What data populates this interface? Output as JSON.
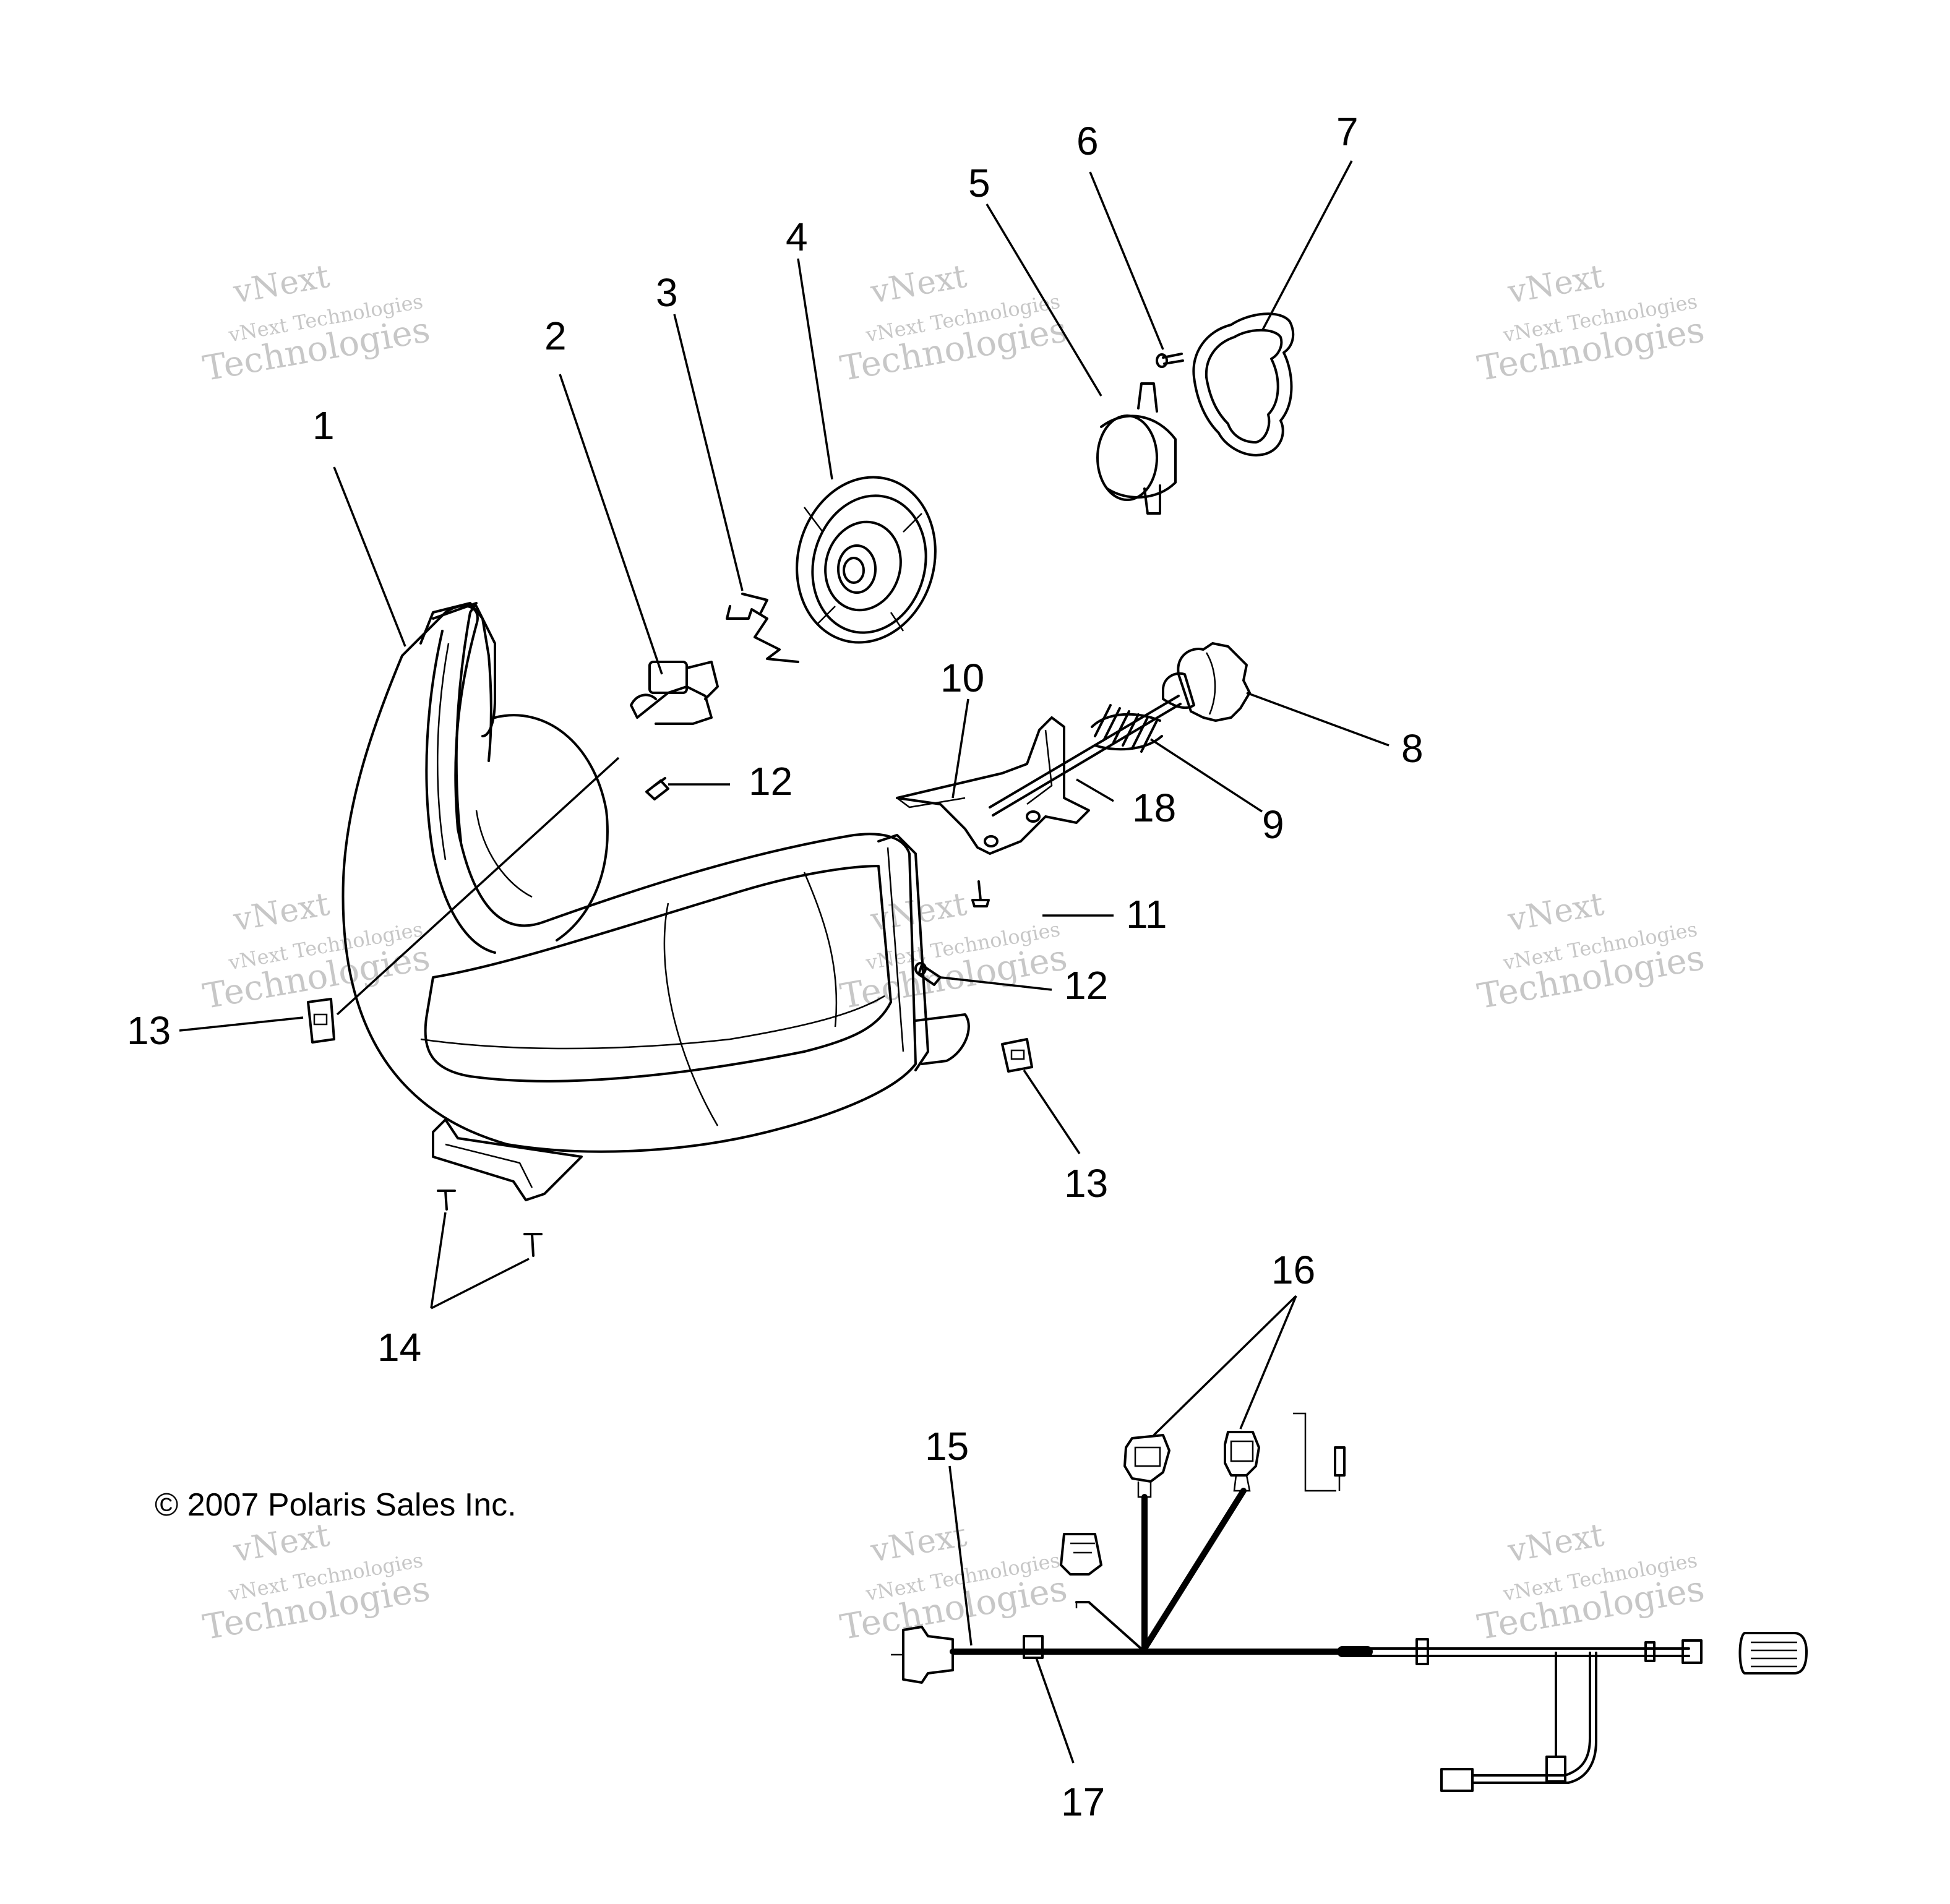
{
  "copyright": "© 2007 Polaris Sales Inc.",
  "watermark": {
    "line1": "vNext",
    "line2": "vNext Technologies",
    "line3": "Technologies"
  },
  "callouts": {
    "c1": "1",
    "c2": "2",
    "c3": "3",
    "c4": "4",
    "c5": "5",
    "c6": "6",
    "c7": "7",
    "c8": "8",
    "c9": "9",
    "c10": "10",
    "c11": "11",
    "c12a": "12",
    "c12b": "12",
    "c13a": "13",
    "c13b": "13",
    "c14": "14",
    "c15": "15",
    "c16": "16",
    "c17": "17",
    "c18": "18"
  },
  "icons": [
    "headlight-housing-icon",
    "bulb-icon",
    "spring-clip-icon",
    "dust-cover-icon",
    "lamp-icon",
    "screw-icon",
    "gasket-icon",
    "adjuster-knob-icon",
    "spring-icon",
    "bracket-icon",
    "clip-nut-icon",
    "wire-harness-icon",
    "connector-icon"
  ]
}
